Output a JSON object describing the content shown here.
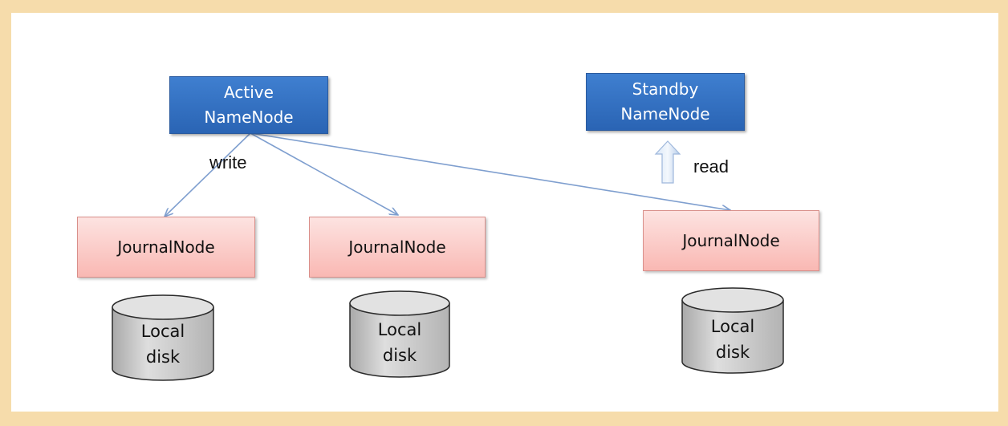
{
  "namenodes": {
    "active": "Active\nNameNode",
    "standby": "Standby\nNameNode"
  },
  "labels": {
    "write": "write",
    "read": "read"
  },
  "journal_nodes": [
    "JournalNode",
    "JournalNode",
    "JournalNode"
  ],
  "disks": [
    {
      "line1": "Local",
      "line2": "disk"
    },
    {
      "line1": "Local",
      "line2": "disk"
    },
    {
      "line1": "Local",
      "line2": "disk"
    }
  ],
  "colors": {
    "namenode_fill": "#2a64b4",
    "journalnode_fill": "#f9b8b3",
    "disk_fill": "#c8c8c8",
    "arrow": "#7f9fcf",
    "background": "#f6dcab"
  }
}
